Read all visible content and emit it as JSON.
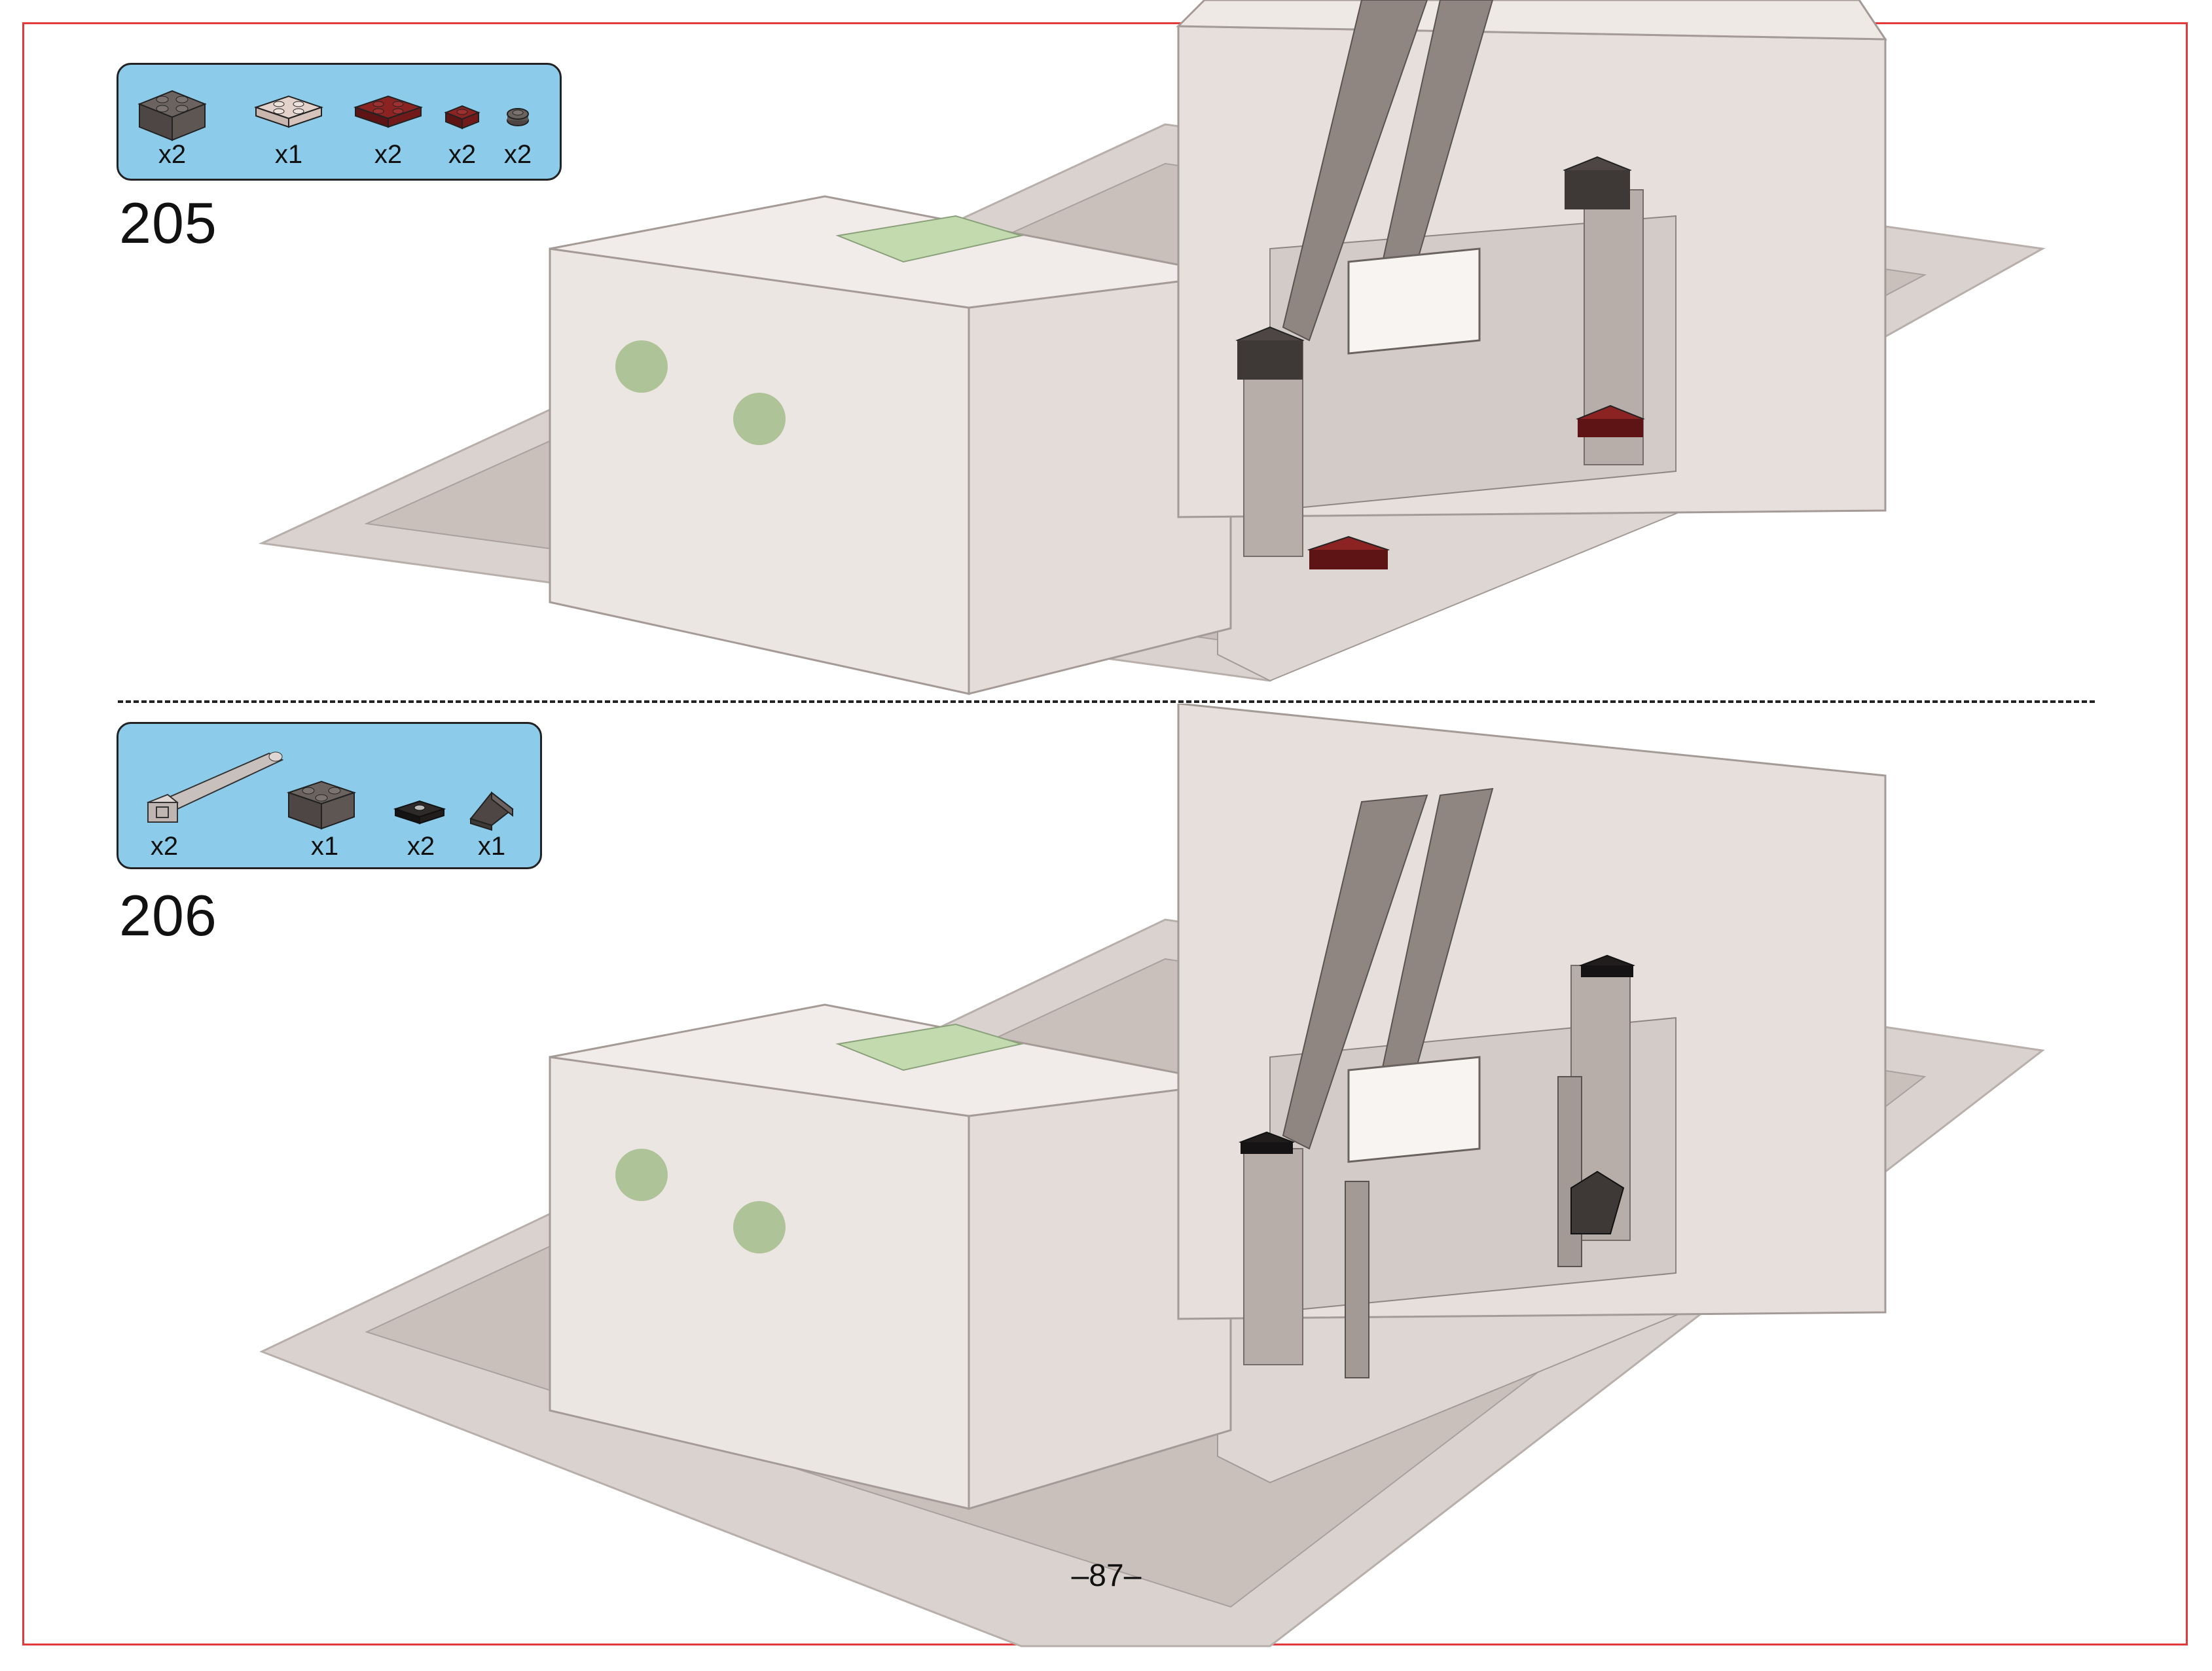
{
  "steps": [
    {
      "number": "205",
      "parts": [
        {
          "icon": "dark-gray-2x2-brick-icon",
          "qty": "x2"
        },
        {
          "icon": "tan-2x2-plate-icon",
          "qty": "x1"
        },
        {
          "icon": "dark-red-2x2-plate-icon",
          "qty": "x2"
        },
        {
          "icon": "dark-red-1x1-plate-icon",
          "qty": "x2"
        },
        {
          "icon": "dark-gray-1x1-round-icon",
          "qty": "x2"
        }
      ]
    },
    {
      "number": "206",
      "parts": [
        {
          "icon": "gray-bar-with-stopper-icon",
          "qty": "x2"
        },
        {
          "icon": "dark-gray-corner-brick-icon",
          "qty": "x1"
        },
        {
          "icon": "black-jumper-plate-icon",
          "qty": "x2"
        },
        {
          "icon": "dark-gray-slope-icon",
          "qty": "x1"
        }
      ]
    }
  ],
  "page_number": "–87–",
  "colors": {
    "frame": "#e23a3a",
    "parts_box": "#8ccbe9",
    "building": "#e8e1dd",
    "baseplate": "#d9d2cf",
    "dark_gray": "#5a5350",
    "dark_red": "#7a1f1f",
    "sand_green": "#a9bf8f"
  }
}
